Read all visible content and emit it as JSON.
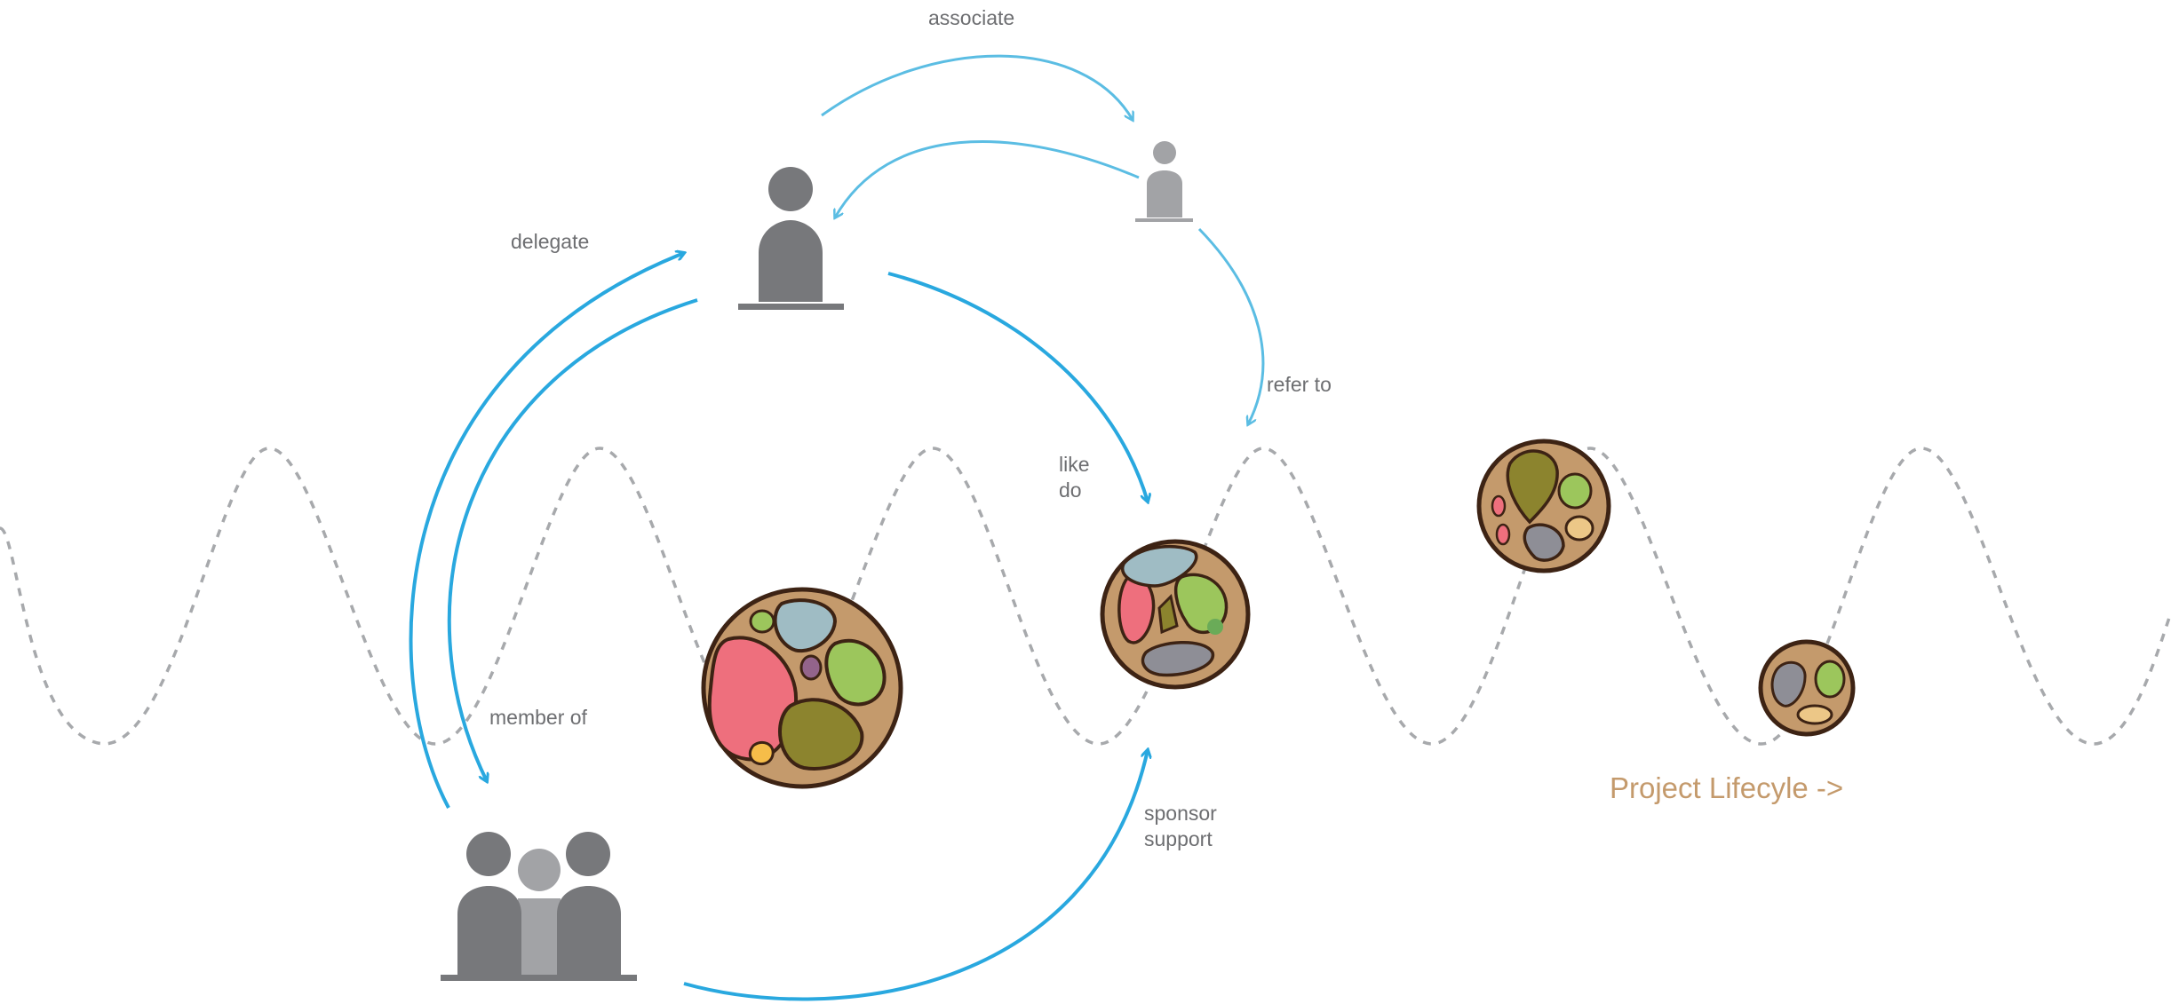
{
  "labels": {
    "associate": "associate",
    "delegate": "delegate",
    "refer_to": "refer to",
    "like": "like",
    "do": "do",
    "member_of": "member of",
    "sponsor": "sponsor",
    "support": "support",
    "lifecycle": "Project Lifecyle ->"
  },
  "colors": {
    "arrow_primary": "#29a8df",
    "arrow_light": "#5bbde3",
    "person_dark": "#77787b",
    "person_light": "#a2a3a6",
    "wave": "#a7a9ac",
    "label": "#6d6e71",
    "lifecycle": "#c49a6c",
    "project_fill": "#c49a6c",
    "project_outline": "#3d2314",
    "blob_pink": "#ee6f7d",
    "blob_blue": "#9fbcc4",
    "blob_green": "#9cc65c",
    "blob_olive": "#8c842e",
    "blob_grey": "#8e8e96",
    "blob_purple": "#93648b",
    "blob_yellow": "#f6bd49",
    "blob_tan": "#ecc787"
  },
  "icons": {
    "main_person": "person-icon",
    "small_person": "person-icon",
    "group": "group-icon",
    "projects": [
      "project-circle-icon",
      "project-circle-icon",
      "project-circle-icon",
      "project-circle-icon"
    ]
  }
}
